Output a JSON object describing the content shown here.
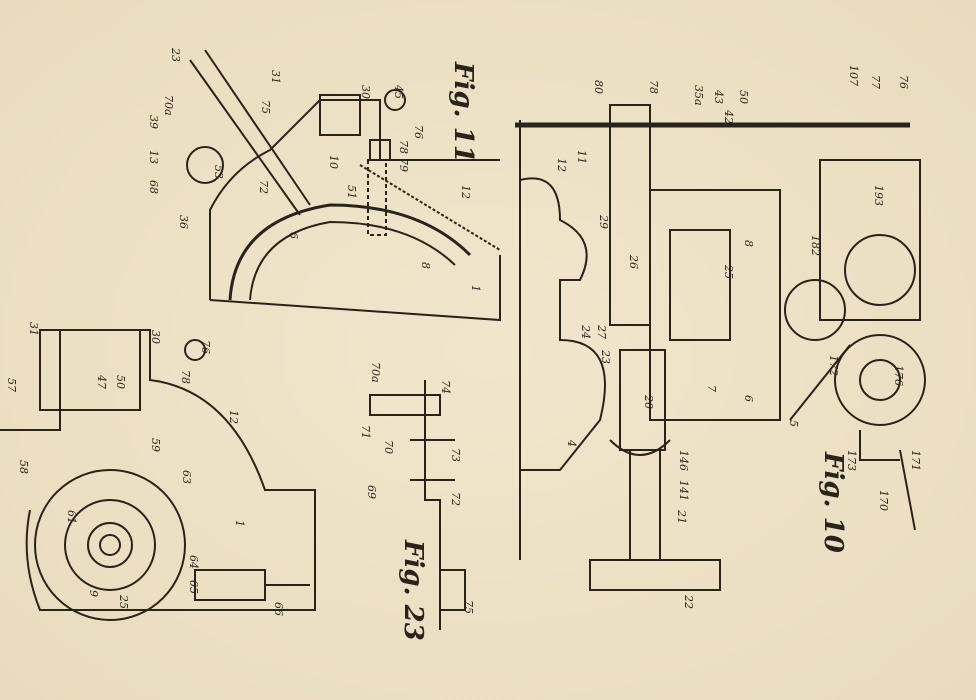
{
  "figures": {
    "fig11": {
      "label": "Fig. 11",
      "numerals": [
        "23",
        "70a",
        "39",
        "13",
        "68",
        "36",
        "31",
        "75",
        "72",
        "53",
        "30",
        "45",
        "76",
        "78",
        "79",
        "10",
        "51",
        "6",
        "8",
        "1",
        "12"
      ]
    },
    "fig_left": {
      "numerals": [
        "31",
        "30",
        "76",
        "78",
        "47",
        "50",
        "12",
        "59",
        "63",
        "61",
        "9",
        "25",
        "64",
        "65",
        "66",
        "1",
        "57",
        "58"
      ]
    },
    "fig23": {
      "label": "Fig. 23",
      "numerals": [
        "70a",
        "74",
        "71",
        "70",
        "73",
        "72",
        "69",
        "75"
      ]
    },
    "fig10": {
      "label": "Fig. 10",
      "numerals": [
        "80",
        "78",
        "35a",
        "43",
        "42",
        "50",
        "107",
        "77",
        "76",
        "12",
        "11",
        "29",
        "26",
        "27",
        "24",
        "23",
        "20",
        "4",
        "146",
        "141",
        "21",
        "22",
        "25",
        "7",
        "6",
        "8",
        "193",
        "182",
        "172",
        "176",
        "173",
        "171",
        "170",
        "5"
      ]
    }
  },
  "colors": {
    "paper": "#eee2c6",
    "ink": "#2a231c"
  }
}
